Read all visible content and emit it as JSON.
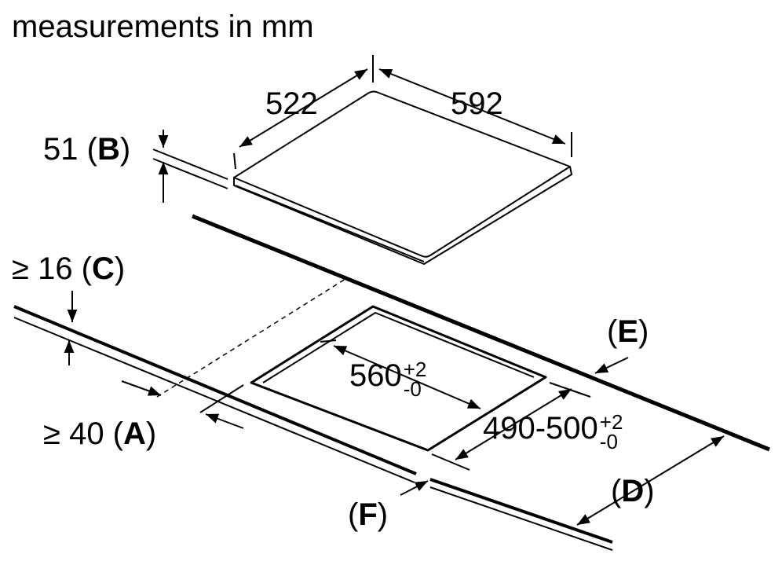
{
  "title": "measurements in mm",
  "dimensions": {
    "depth": "522",
    "width": "592",
    "height_value": "51",
    "height_code": "B",
    "gap_prefix": "≥ 16",
    "gap_code": "C",
    "front_prefix": "≥ 40",
    "front_code": "A",
    "cutout_width": "560",
    "cutout_width_tol_plus": "+2",
    "cutout_width_tol_minus": "-0",
    "cutout_depth": "490-500",
    "cutout_depth_tol_plus": "+2",
    "cutout_depth_tol_minus": "-0",
    "label_e": "E",
    "label_d": "D",
    "label_f": "F"
  }
}
